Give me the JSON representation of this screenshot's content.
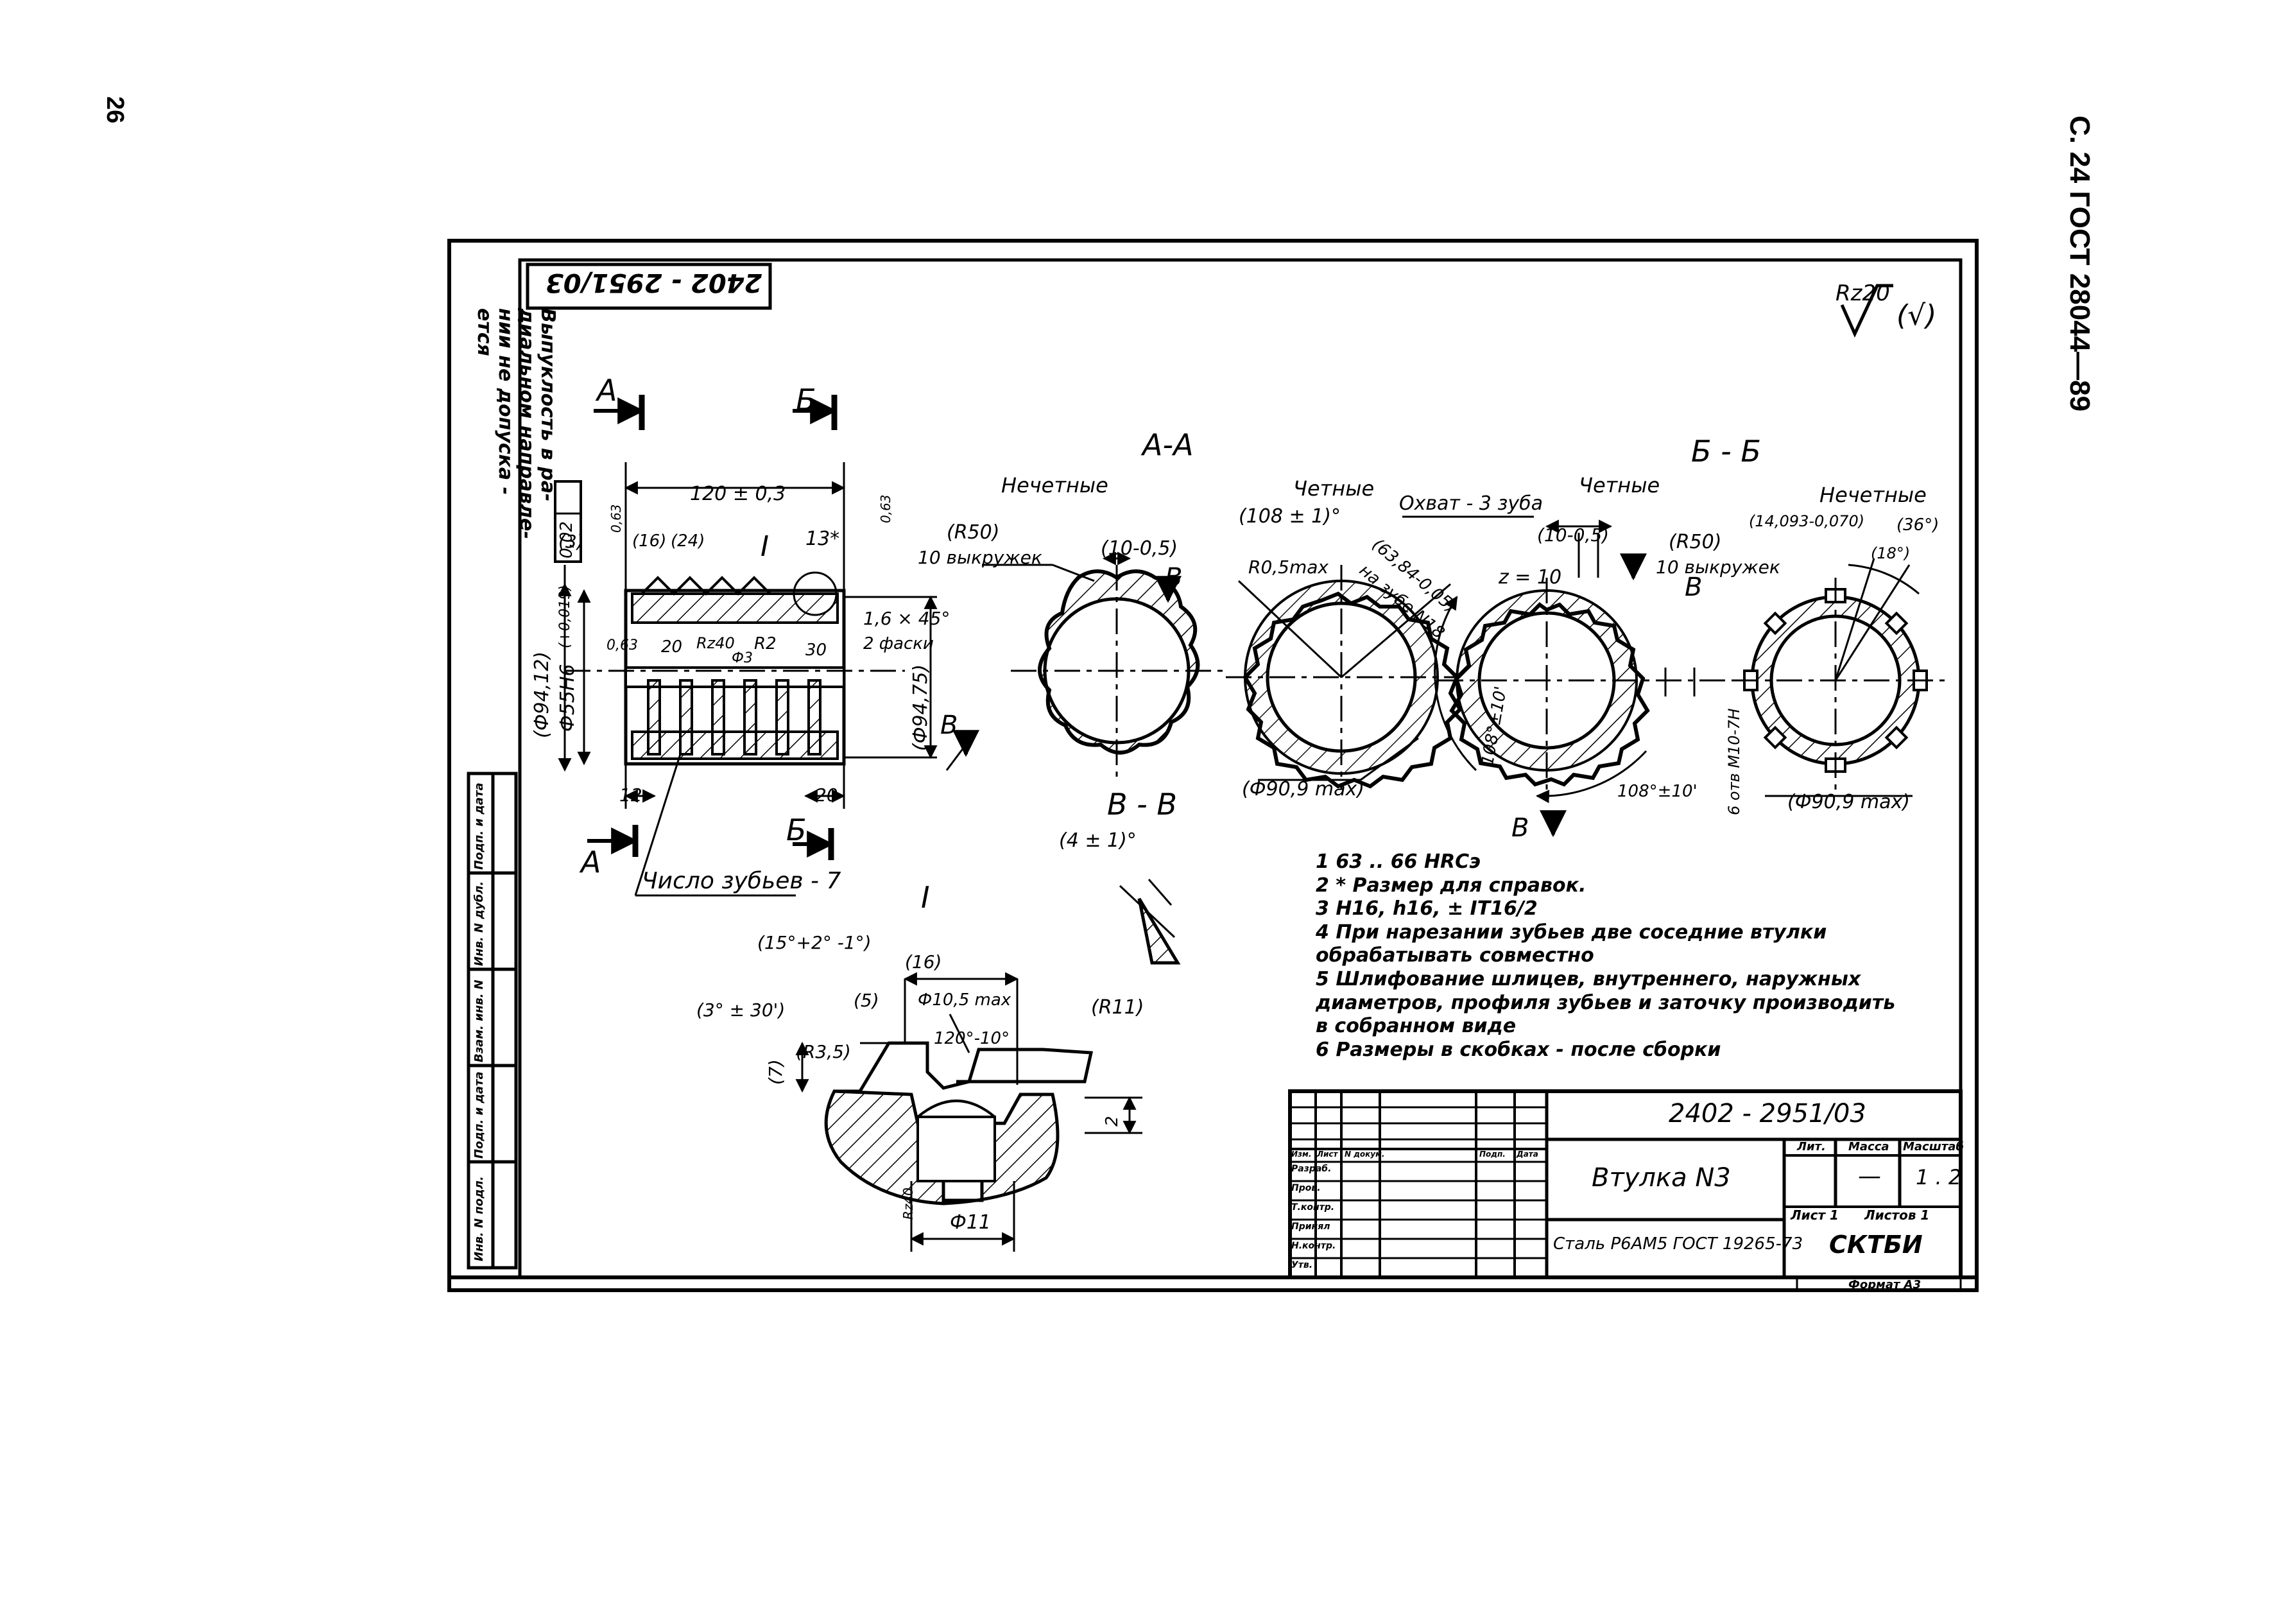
{
  "page": {
    "header": "С. 24 ГОСТ 28044—89",
    "page_number": "26"
  },
  "drawing": {
    "code_stamp": "2402 - 2951/03",
    "roughness_symbol": "Rz20",
    "roughness_general": "(√)",
    "side_note": [
      "Выпуклость в ра-",
      "диальном направле-",
      "нии не допуска -",
      "ется"
    ],
    "section_marks": {
      "a": "А",
      "b": "Б",
      "v": "В",
      "detail": "I"
    },
    "main_view": {
      "dims": {
        "length": "120 ± 0,3",
        "d94_12": "(Ф94,12)",
        "d55": "Ф55H6",
        "d55_tol": "(+0,019)",
        "d94_75": "(Ф94,75)",
        "chamfer": "1,6 × 45°",
        "chamfer_note": "2 фаски",
        "d3": "(3)",
        "d16": "(16)",
        "d24": "(24)",
        "d13": "13*",
        "d12": "12",
        "d20": "20",
        "d20b": "20",
        "d30": "30",
        "rz40": "Rz40",
        "r2": "R2",
        "r063": "0,63",
        "r063b": "0,63",
        "r063c": "0,63",
        "f3": "Ф3",
        "tol_runout": "0,02",
        "teeth_count": "Число зубьев - 7"
      }
    },
    "section_aa": {
      "title": "А-А",
      "label_odd": "Нечетные",
      "r50": "(R50)",
      "cutouts": "10 выкружек",
      "d10": "(10-0,5)"
    },
    "section_even_left": {
      "label_even": "Четные",
      "angle": "(108 ± 1)°",
      "r05": "R0,5max",
      "coverage": "Охват - 3 зуба",
      "chord": "(63,84-0,05)",
      "on_tooth": "на зубе N18",
      "d909": "(Ф90,9 max)"
    },
    "section_bb": {
      "title": "Б - Б",
      "label_even": "Четные",
      "label_odd": "Нечетные",
      "d10": "(10-0,5)",
      "r50": "(R50)",
      "cutouts": "10 выкружек",
      "z": "z = 10",
      "angle1": "108°±10'",
      "angle2": "108°±10'",
      "holes": "6 отв М10-7Н",
      "d14": "(14,093-0,070)",
      "ang36": "(36°)",
      "ang18": "(18°)",
      "d909": "(Ф90,9 max)"
    },
    "section_vv": {
      "title": "В - В",
      "angle": "(4 ± 1)°"
    },
    "detail_i": {
      "title": "I",
      "ang15": "(15°+2° -1°)",
      "d16": "(16)",
      "ang3": "(3° ± 30')",
      "d5": "(5)",
      "d105": "Ф10,5 max",
      "ang120": "120°-10°",
      "r11": "(R11)",
      "r35": "(R3,5)",
      "d7": "(7)",
      "d2": "2",
      "f11": "Ф11",
      "rz": "Rz40"
    },
    "notes": [
      "1  63 .. 66 HRCэ",
      "2  * Размер для справок.",
      "3  H16, h16, ± IT16/2",
      "4  При нарезании зубьев две соседние втулки",
      "обрабатывать совместно",
      "5  Шлифование шлицев, внутреннего, наружных",
      "диаметров, профиля зубьев и заточку производить",
      "в собранном виде",
      "6  Размеры в скобках - после сборки"
    ],
    "side_stamp": [
      "Инв. N подл.",
      "Подп. и дата",
      "Взам. инв. N",
      "Инв. N дубл.",
      "Подп. и дата"
    ],
    "title_block": {
      "designation": "2402 - 2951/03",
      "name": "Втулка N3",
      "material": "Сталь Р6АМ5 ГОСТ 19265-73",
      "org": "СКТБИ",
      "lit": "Лит.",
      "mass": "Масса",
      "scale": "Масштаб",
      "mass_val": "—",
      "scale_val": "1 . 2",
      "sheet": "Лист  1",
      "sheets": "Листов 1",
      "format": "Формат А3",
      "cols": [
        "Изм.",
        "Лист",
        "N докум.",
        "Подп.",
        "Дата"
      ],
      "rows": [
        "Разраб.",
        "Пров.",
        "Т.контр.",
        "Принял",
        "Н.контр.",
        "Утв."
      ]
    }
  }
}
